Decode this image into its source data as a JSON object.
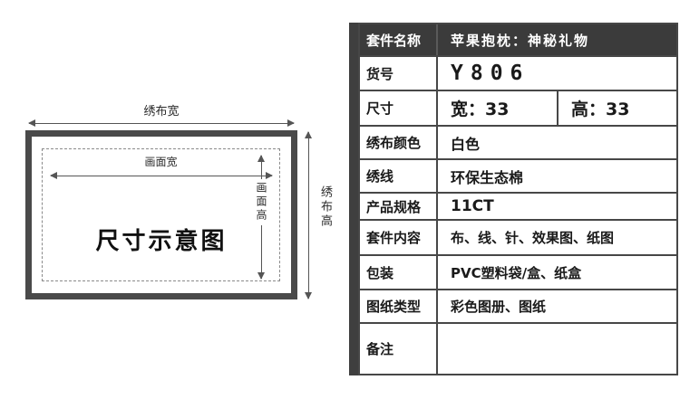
{
  "diagram": {
    "title": "尺寸示意图",
    "fabric_width_label": "绣布宽",
    "fabric_height_label": "绣布高",
    "design_width_label": "画面宽",
    "design_height_label": "画面高"
  },
  "table": {
    "rows": [
      {
        "label": "套件名称",
        "value": "苹果抱枕：神秘礼物"
      },
      {
        "label": "货号",
        "value": "Y806"
      },
      {
        "label": "尺寸",
        "width_value": "宽：33",
        "height_value": "高：33"
      },
      {
        "label": "绣布颜色",
        "value": "白色"
      },
      {
        "label": "绣线",
        "value": "环保生态棉"
      },
      {
        "label": "产品规格",
        "value": "11CT"
      },
      {
        "label": "套件内容",
        "value": "布、线、针、效果图、纸图"
      },
      {
        "label": "包装",
        "value": "PVC塑料袋/盒、纸盒"
      },
      {
        "label": "图纸类型",
        "value": "彩色图册、图纸"
      },
      {
        "label": "备注",
        "value": ""
      }
    ]
  },
  "colors": {
    "header_bg": "#3b3b3b",
    "table_border": "#474747",
    "frame_border": "#4a4a4a",
    "arrow": "#555555"
  }
}
